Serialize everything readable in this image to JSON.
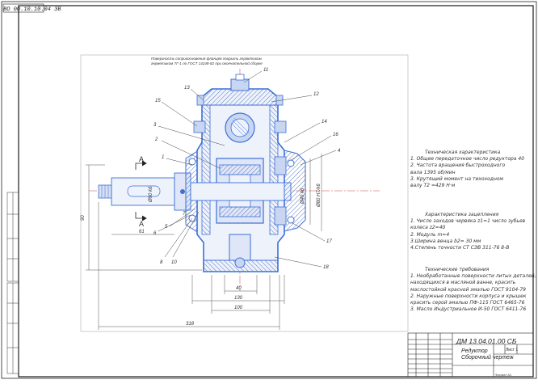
{
  "drawing": {
    "code_stamp": "ВО 00.10.10.04 ЗВ",
    "top_note_line1": "Поверхность соприкосновения фланцев покрыть герметиком",
    "top_note_line2": "герметиком ТГ-1 по ГОСТ 14248-82 при окончательной сборке"
  },
  "callouts": [
    "11",
    "13",
    "15",
    "3",
    "2",
    "1",
    "12",
    "14",
    "4",
    "16",
    "17",
    "18",
    "8",
    "10",
    "5",
    "6",
    "7"
  ],
  "section_markers": {
    "upper": "A",
    "lower": "A"
  },
  "dimensions": {
    "d_shaft_output": "Ø40 k6",
    "d_bearing": "Ø80 H7/k6",
    "d_input": "Ø90 k6",
    "left_vertical": "90",
    "bottom_1": "40",
    "bottom_2": "100",
    "bottom_3": "130",
    "bottom_overall": "318",
    "shaft_length": "61"
  },
  "tech_characteristics": {
    "heading": "Техническая характеристика",
    "lines": [
      "1. Общее передаточное число редуктора 40",
      "2. Частота вращения быстроходного",
      "   вала 1395 об/мин",
      "3. Крутящий момент на тихоходном",
      "   валу Т2 =429 Н·м"
    ]
  },
  "gear_characteristics": {
    "heading": "Характеристика зацепления",
    "lines": [
      "1. Число заходов червяка z1=1   число зубьев",
      "   колеса z2=40",
      "2. Модуль m=4",
      "3.Ширина венца b2= 30 мм",
      "4.Степень точности СТ СЭВ 311-76  8-В"
    ]
  },
  "tech_requirements": {
    "heading": "Технические требования",
    "lines": [
      "1. Необработанные поверхности литых деталей,",
      "находящихся в масляной ванне, красить",
      "маслостойкой красной эмалью ГОСТ 9104-79",
      "2. Наружные поверхности корпуса и крышек",
      "красить серой эмалью ПФ-115 ГОСТ 6465-76",
      "3. Масло Индустриальное И-50 ГОСТ 6411-76"
    ]
  },
  "title_block": {
    "document_number": "ДМ 13.04.01.00 СБ",
    "name_line1": "Редуктор",
    "name_line2": "Сборочный чертеж",
    "sheet": "Лист 1",
    "format": "Формат А1"
  },
  "colors": {
    "sheet_line": "#1a1a1a",
    "part": "#3d6fd6",
    "part_fill": "#c9d6f2",
    "hatch": "#2f56b8",
    "dim": "#555555"
  }
}
